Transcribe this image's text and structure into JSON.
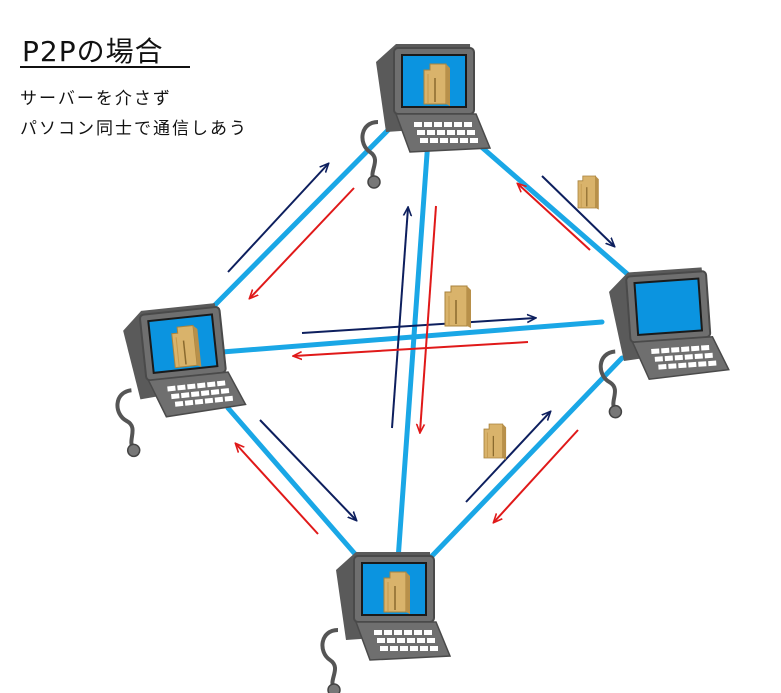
{
  "title": "P2Pの場合",
  "description": [
    "サーバーを介さず",
    "パソコン同士で通信しあう"
  ],
  "colors": {
    "link": "#1aa7e6",
    "arrow_send": "#0d1f5e",
    "arrow_return": "#e01919",
    "screen": "#0b94e0",
    "computer_body": "#6f6f6f",
    "folder": "#d9b36b"
  },
  "nodes": [
    {
      "id": "top",
      "icon": "computer-with-folder-icon"
    },
    {
      "id": "left",
      "icon": "computer-with-folder-icon"
    },
    {
      "id": "right",
      "icon": "computer-icon"
    },
    {
      "id": "bottom",
      "icon": "computer-with-folder-icon"
    }
  ],
  "links": [
    {
      "from": "top",
      "to": "left"
    },
    {
      "from": "top",
      "to": "right"
    },
    {
      "from": "top",
      "to": "bottom"
    },
    {
      "from": "left",
      "to": "right"
    },
    {
      "from": "left",
      "to": "bottom"
    },
    {
      "from": "bottom",
      "to": "right"
    }
  ],
  "floating_files": [
    {
      "near": "top-right link",
      "icon": "folder-icon"
    },
    {
      "near": "center cross",
      "icon": "folder-icon"
    },
    {
      "near": "bottom-right link",
      "icon": "folder-icon"
    }
  ]
}
